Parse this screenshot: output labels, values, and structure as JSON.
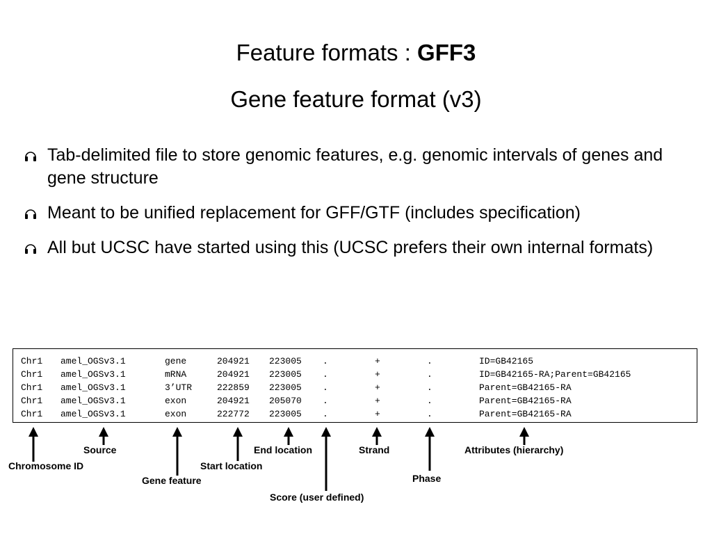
{
  "title": {
    "prefix": "Feature formats : ",
    "bold": "GFF3"
  },
  "subtitle": "Gene feature format (v3)",
  "bullets": [
    "Tab-delimited file to store genomic features, e.g. genomic intervals of genes and gene structure",
    "Meant to be unified replacement for GFF/GTF (includes specification)",
    "All but UCSC have started using this (UCSC prefers their own internal formats)"
  ],
  "bullet_icon": "headphones-icon",
  "gff_rows": [
    [
      "Chr1",
      "amel_OGSv3.1",
      "gene",
      "204921",
      "223005",
      ".",
      "+",
      ".",
      "ID=GB42165"
    ],
    [
      "Chr1",
      "amel_OGSv3.1",
      "mRNA",
      "204921",
      "223005",
      ".",
      "+",
      ".",
      "ID=GB42165-RA;Parent=GB42165"
    ],
    [
      "Chr1",
      "amel_OGSv3.1",
      "3’UTR",
      "222859",
      "223005",
      ".",
      "+",
      ".",
      "Parent=GB42165-RA"
    ],
    [
      "Chr1",
      "amel_OGSv3.1",
      "exon",
      "204921",
      "205070",
      ".",
      "+",
      ".",
      "Parent=GB42165-RA"
    ],
    [
      "Chr1",
      "amel_OGSv3.1",
      "exon",
      "222772",
      "223005",
      ".",
      "+",
      ".",
      "Parent=GB42165-RA"
    ]
  ],
  "labels": {
    "chromosome": "Chromosome ID",
    "source": "Source",
    "gene_feature": "Gene feature",
    "start": "Start location",
    "end": "End location",
    "score": "Score (user defined)",
    "strand": "Strand",
    "phase": "Phase",
    "attributes": "Attributes (hierarchy)"
  }
}
